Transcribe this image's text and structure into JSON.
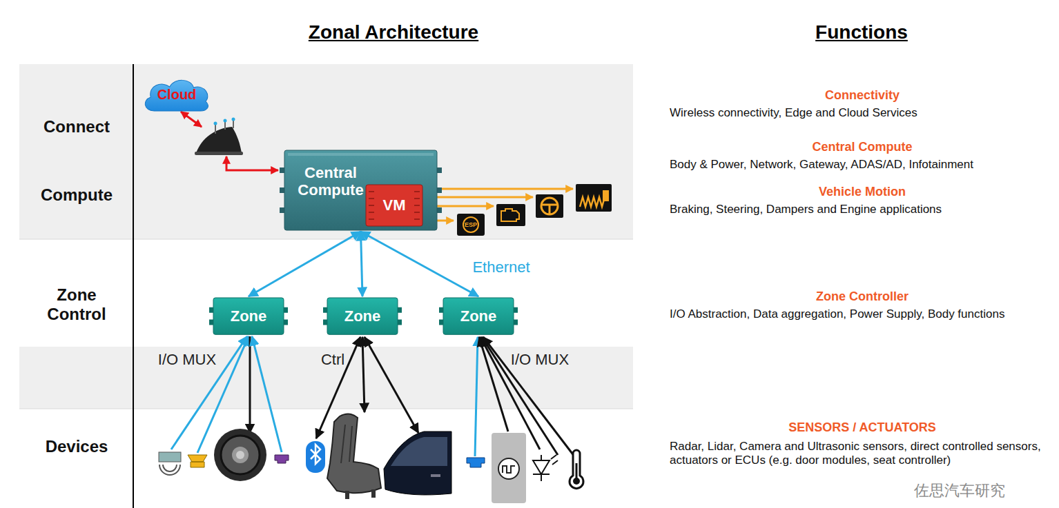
{
  "diagram": {
    "title": "Zonal Architecture",
    "nodes": [
      {
        "text": [
          "Cloud"
        ]
      },
      {
        "text": [
          "Central Compute"
        ]
      },
      {
        "text": [
          "VM"
        ],
        "in": 1
      },
      {
        "text": [
          "Zone"
        ]
      },
      {
        "text": [
          "Zone"
        ]
      },
      {
        "text": [
          "Zone"
        ]
      }
    ],
    "edges": [
      {
        "from": 1,
        "to": 3,
        "arrow": "both"
      },
      {
        "from": 1,
        "to": 4,
        "arrow": "both"
      },
      {
        "from": 1,
        "to": 5,
        "arrow": "both"
      }
    ],
    "labels": [
      "Functions",
      "Connect",
      "Compute",
      "Zone Control",
      "Devices",
      "Connectivity",
      "Wireless connectivity, Edge and Cloud Services",
      "Central Compute",
      "Body & Power, Network, Gateway, ADAS/AD, Infotainment",
      "Vehicle Motion",
      "Braking, Steering, Dampers and Engine applications",
      "Ethernet",
      "Zone Controller",
      "I/O Abstraction, Data aggregation, Power Supply, Body functions",
      "I/O MUX",
      "Ctrl",
      "I/O MUX",
      "SENSORS / ACTUATORS",
      "Radar, Lidar, Camera and Ultrasonic sensors, direct controlled sensors, actuators or ECUs (e.g. door modules, seat controller)",
      "ESP",
      "佐思汽车研究"
    ]
  }
}
